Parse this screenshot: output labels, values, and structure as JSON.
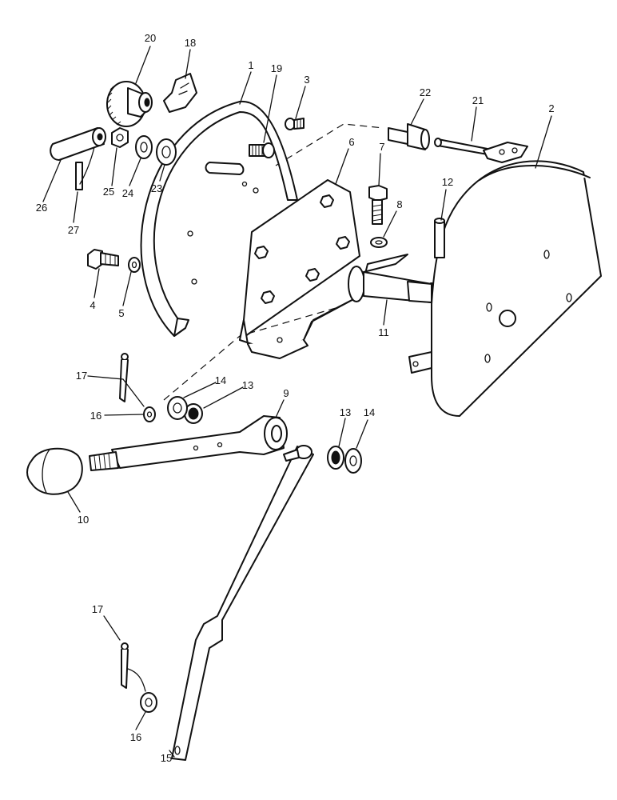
{
  "diagram": {
    "colors": {
      "ink": "#111111",
      "paper": "#ffffff"
    },
    "callouts": [
      {
        "id": "c1",
        "text": "1"
      },
      {
        "id": "c2",
        "text": "2"
      },
      {
        "id": "c3",
        "text": "3"
      },
      {
        "id": "c4",
        "text": "4"
      },
      {
        "id": "c5",
        "text": "5"
      },
      {
        "id": "c6",
        "text": "6"
      },
      {
        "id": "c7",
        "text": "7"
      },
      {
        "id": "c8",
        "text": "8"
      },
      {
        "id": "c9",
        "text": "9"
      },
      {
        "id": "c10",
        "text": "10"
      },
      {
        "id": "c11",
        "text": "11"
      },
      {
        "id": "c12",
        "text": "12"
      },
      {
        "id": "c13a",
        "text": "13"
      },
      {
        "id": "c13b",
        "text": "13"
      },
      {
        "id": "c14a",
        "text": "14"
      },
      {
        "id": "c14b",
        "text": "14"
      },
      {
        "id": "c15",
        "text": "15"
      },
      {
        "id": "c16a",
        "text": "16"
      },
      {
        "id": "c16b",
        "text": "16"
      },
      {
        "id": "c17a",
        "text": "17"
      },
      {
        "id": "c17b",
        "text": "17"
      },
      {
        "id": "c18",
        "text": "18"
      },
      {
        "id": "c19",
        "text": "19"
      },
      {
        "id": "c20",
        "text": "20"
      },
      {
        "id": "c21",
        "text": "21"
      },
      {
        "id": "c22",
        "text": "22"
      },
      {
        "id": "c23",
        "text": "23"
      },
      {
        "id": "c24",
        "text": "24"
      },
      {
        "id": "c25",
        "text": "25"
      },
      {
        "id": "c26",
        "text": "26"
      },
      {
        "id": "c27",
        "text": "27"
      }
    ]
  }
}
